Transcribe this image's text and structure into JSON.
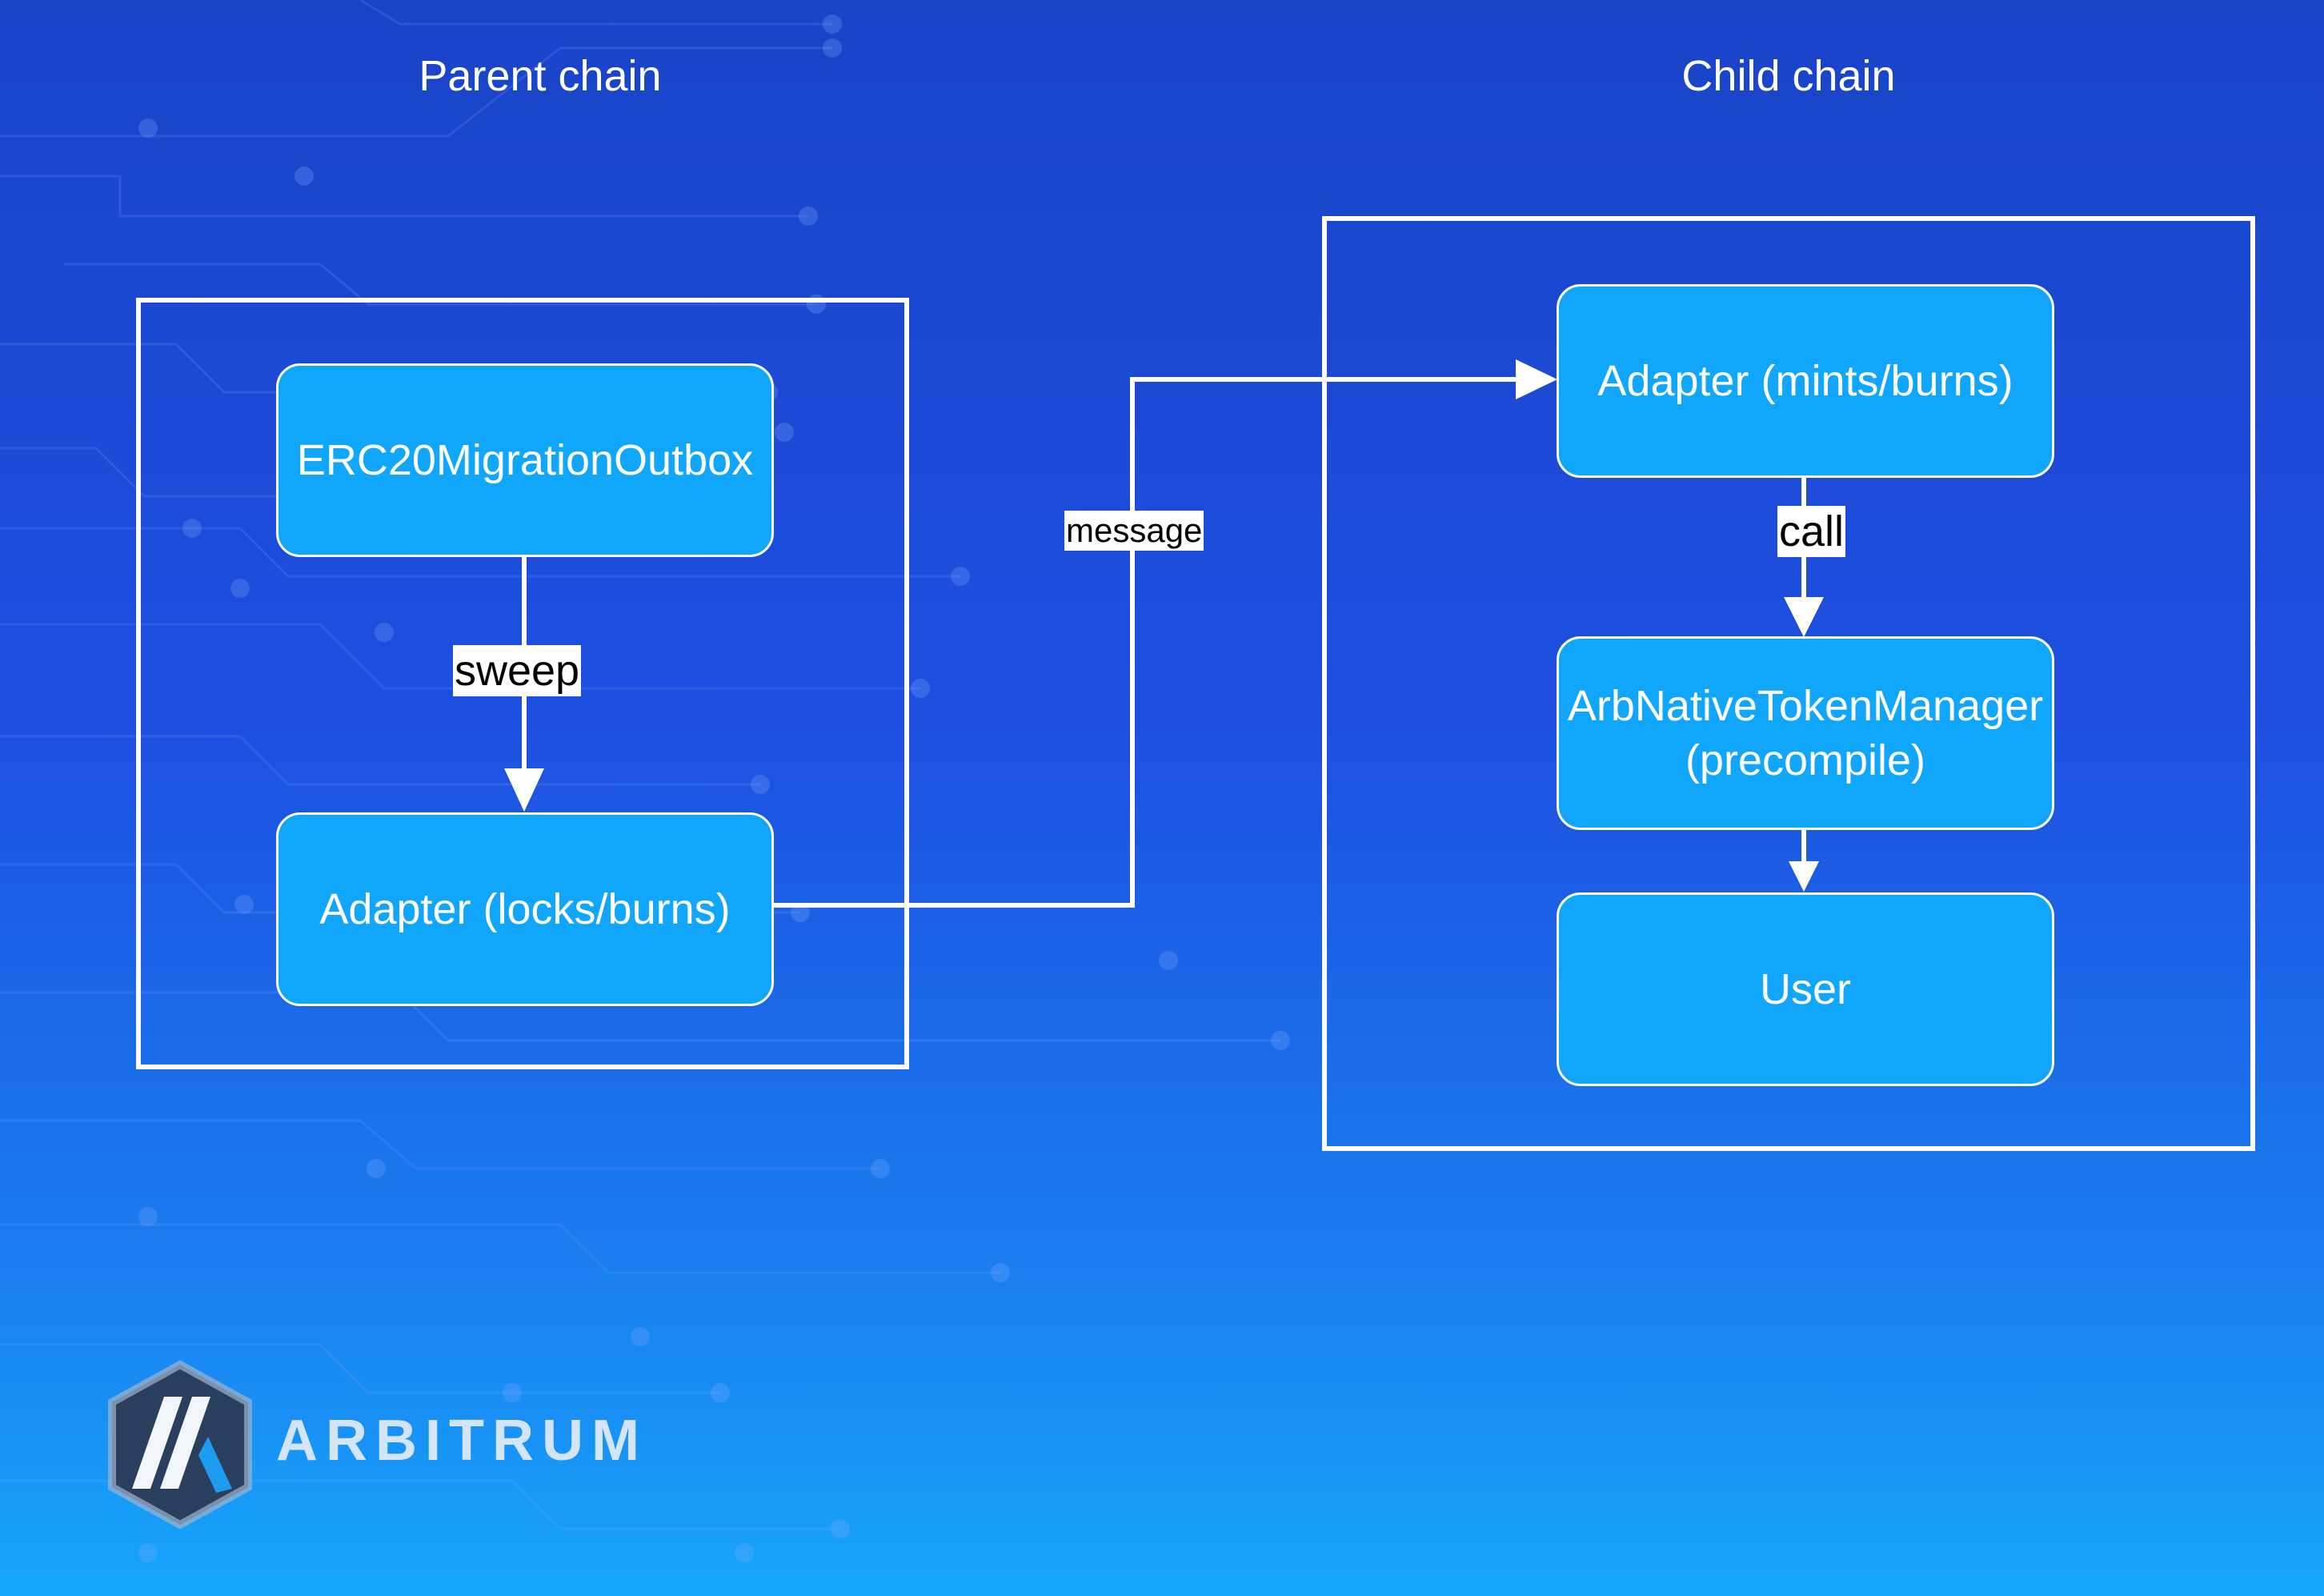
{
  "headings": {
    "parent": "Parent chain",
    "child": "Child chain"
  },
  "nodes": {
    "outbox": "ERC20MigrationOutbox",
    "parent_adapter": "Adapter (locks/burns)",
    "child_adapter": "Adapter (mints/burns)",
    "manager_line1": "ArbNativeTokenManager",
    "manager_line2": "(precompile)",
    "user": "User"
  },
  "edges": {
    "sweep": "sweep",
    "message": "message",
    "call": "call"
  },
  "brand": {
    "name": "ARBITRUM"
  },
  "colors": {
    "node_fill": "#10a6fb",
    "stroke": "#ffffff",
    "background_top": "#1a44c8",
    "background_bottom": "#16a6fb"
  }
}
